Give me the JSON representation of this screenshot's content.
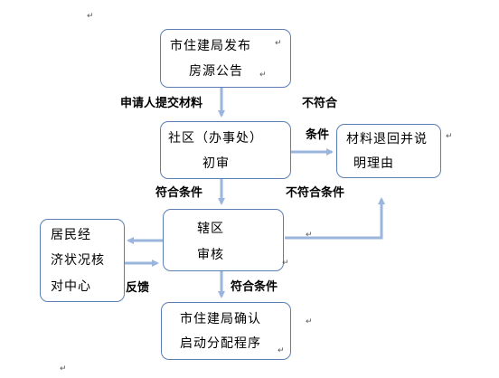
{
  "boxes": {
    "housing_bureau_notice": {
      "line1": "市住建局发布",
      "line2": "房源公告"
    },
    "community_review": {
      "line1": "社区（办事处）",
      "line2": "初审"
    },
    "return_materials": {
      "line1": "材料退回并说",
      "line2": "明理由"
    },
    "district_review": {
      "line1": "辖区",
      "line2": "审核"
    },
    "economic_check_center": {
      "line1": "居民经",
      "line2": "济状况核",
      "line3": "对中心"
    },
    "housing_bureau_confirm": {
      "line1": "市住建局确认",
      "line2": "启动分配程序"
    }
  },
  "labels": {
    "applicant_submit": "申请人提交材料",
    "not_qualified": "不符合",
    "conditions": "条件",
    "qualified_1": "符合条件",
    "not_qualified_conditions": "不符合条件",
    "feedback": "反馈",
    "qualified_2": "符合条件"
  },
  "paragraph_mark": "↵",
  "colors": {
    "box_border": "#5b7fb5",
    "arrow": "#9bb6dc"
  }
}
